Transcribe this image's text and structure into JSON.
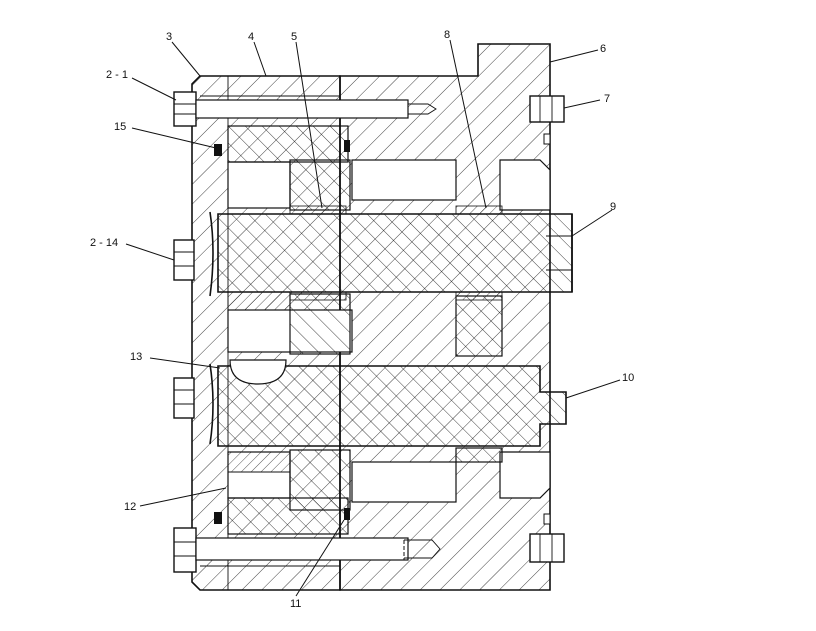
{
  "labels": {
    "l2_1": "2 - 1",
    "l3": "3",
    "l4": "4",
    "l5": "5",
    "l8": "8",
    "l6": "6",
    "l7": "7",
    "l15": "15",
    "l9": "9",
    "l2_14": "2 - 14",
    "l13": "13",
    "l10": "10",
    "l12": "12",
    "l11": "11"
  },
  "colors": {
    "ink": "#111111",
    "paper": "#ffffff"
  }
}
